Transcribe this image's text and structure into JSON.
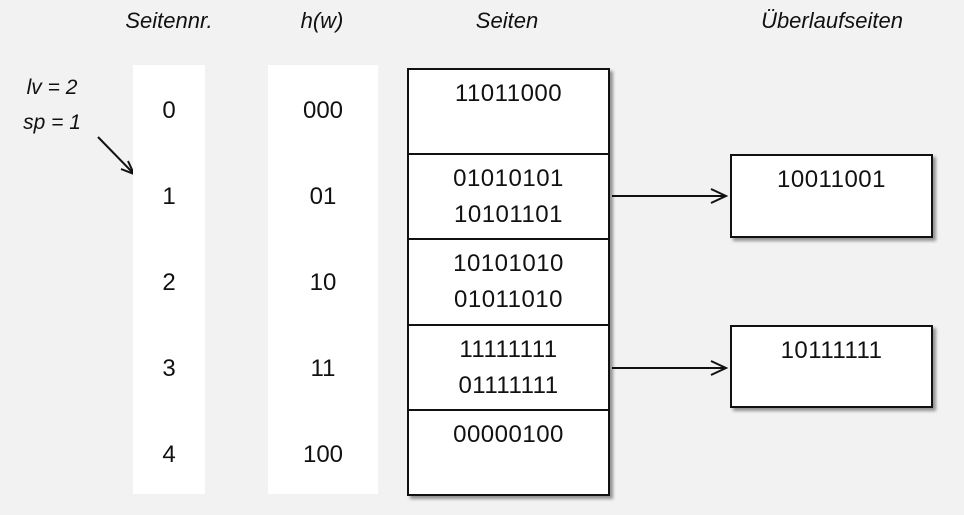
{
  "colors": {
    "background": "#f2f2f2",
    "box_fill": "#ffffff",
    "line": "#111111"
  },
  "headers": {
    "page_no": "Seitennr.",
    "hash": "h(w)",
    "pages": "Seiten",
    "overflow_pages": "Überlaufseiten"
  },
  "annotations": {
    "level": "lv = 2",
    "split_pointer": "sp = 1"
  },
  "table": {
    "rows": [
      {
        "page_no": "0",
        "hash": "000",
        "values": [
          "11011000"
        ]
      },
      {
        "page_no": "1",
        "hash": "01",
        "values": [
          "01010101",
          "10101101"
        ],
        "overflow": "10011001"
      },
      {
        "page_no": "2",
        "hash": "10",
        "values": [
          "10101010",
          "01011010"
        ]
      },
      {
        "page_no": "3",
        "hash": "11",
        "values": [
          "11111111",
          "01111111"
        ],
        "overflow": "10111111"
      },
      {
        "page_no": "4",
        "hash": "100",
        "values": [
          "00000100"
        ]
      }
    ]
  }
}
